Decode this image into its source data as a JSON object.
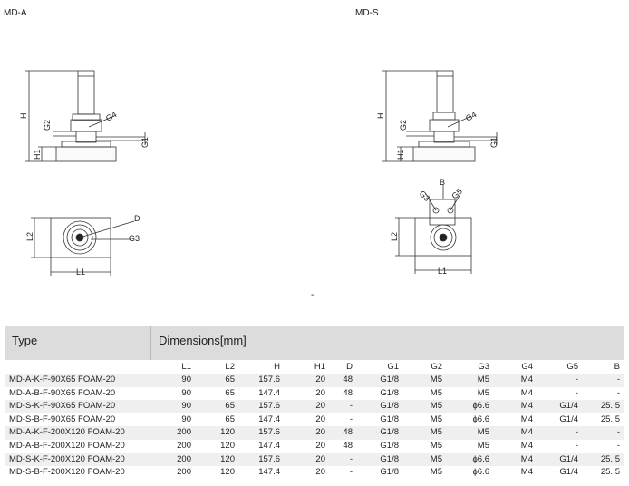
{
  "labels": {
    "md_a": "MD-A",
    "md_s": "MD-S",
    "dash": "-"
  },
  "dims": {
    "H": "H",
    "G2": "G2",
    "G4": "G4",
    "G1": "G1",
    "H1": "H1",
    "D": "D",
    "G3": "G3",
    "L2": "L2",
    "L1": "L1",
    "B": "B",
    "G5": "G5"
  },
  "table": {
    "type_header": "Type",
    "dim_header": "Dimensions[mm]",
    "columns": [
      "L1",
      "L2",
      "H",
      "H1",
      "D",
      "G1",
      "G2",
      "G3",
      "G4",
      "G5",
      "B"
    ],
    "rows": [
      [
        "MD-A-K-F-90X65 FOAM-20",
        "90",
        "65",
        "157.6",
        "20",
        "48",
        "G1/8",
        "M5",
        "M5",
        "M4",
        "-",
        "-"
      ],
      [
        "MD-A-B-F-90X65 FOAM-20",
        "90",
        "65",
        "147.4",
        "20",
        "48",
        "G1/8",
        "M5",
        "M5",
        "M4",
        "-",
        "-"
      ],
      [
        "MD-S-K-F-90X65 FOAM-20",
        "90",
        "65",
        "157.6",
        "20",
        "-",
        "G1/8",
        "M5",
        "ϕ6.6",
        "M4",
        "G1/4",
        "25. 5"
      ],
      [
        "MD-S-B-F-90X65 FOAM-20",
        "90",
        "65",
        "147.4",
        "20",
        "-",
        "G1/8",
        "M5",
        "ϕ6.6",
        "M4",
        "G1/4",
        "25. 5"
      ],
      [
        "MD-A-K-F-200X120 FOAM-20",
        "200",
        "120",
        "157.6",
        "20",
        "48",
        "G1/8",
        "M5",
        "M5",
        "M4",
        "-",
        "-"
      ],
      [
        "MD-A-B-F-200X120 FOAM-20",
        "200",
        "120",
        "147.4",
        "20",
        "48",
        "G1/8",
        "M5",
        "M5",
        "M4",
        "-",
        "-"
      ],
      [
        "MD-S-K-F-200X120 FOAM-20",
        "200",
        "120",
        "157.6",
        "20",
        "-",
        "G1/8",
        "M5",
        "ϕ6.6",
        "M4",
        "G1/4",
        "25. 5"
      ],
      [
        "MD-S-B-F-200X120 FOAM-20",
        "200",
        "120",
        "147.4",
        "20",
        "-",
        "G1/8",
        "M5",
        "ϕ6.6",
        "M4",
        "G1/4",
        "25. 5"
      ]
    ]
  }
}
